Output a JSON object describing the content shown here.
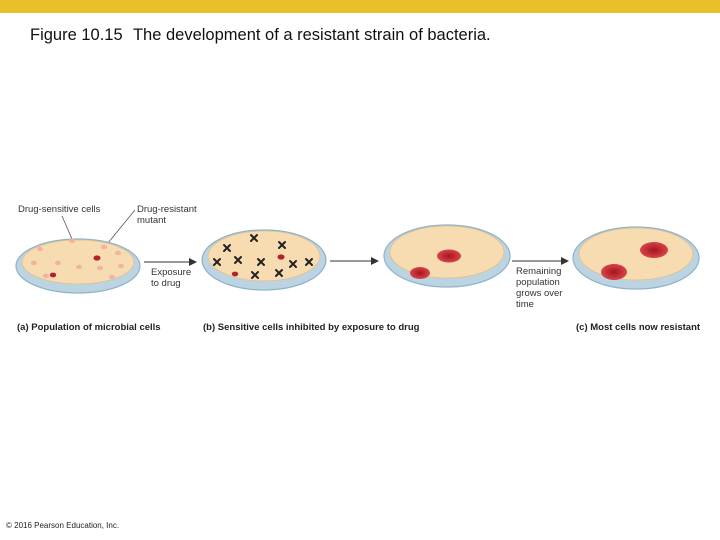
{
  "slide": {
    "accent_color": "#E8C02B",
    "title_prefix": "Figure 10.15",
    "title": "The development of a resistant strain of bacteria.",
    "copyright": "© 2016 Pearson Education, Inc."
  },
  "figure": {
    "callouts": {
      "sensitive": "Drug-sensitive cells",
      "resistant_line1": "Drug-resistant",
      "resistant_line2": "mutant"
    },
    "arrow_1_lines": [
      "Exposure",
      "to drug"
    ],
    "arrow_2_lines": [
      "Remaining",
      "population",
      "grows over",
      "time"
    ],
    "panel_captions": {
      "a": "(a) Population of microbial cells",
      "b": "(b) Sensitive cells inhibited by exposure to drug",
      "c": "(c) Most cells now resistant"
    },
    "colors": {
      "dish_rim": "#8fb3c9",
      "agar": "#f6dcb0",
      "sensitive_cell": "#f1b3a3",
      "resistant_cell": "#b3222c",
      "colony": "#c8242d",
      "inhibited_mark": "#222222"
    }
  }
}
